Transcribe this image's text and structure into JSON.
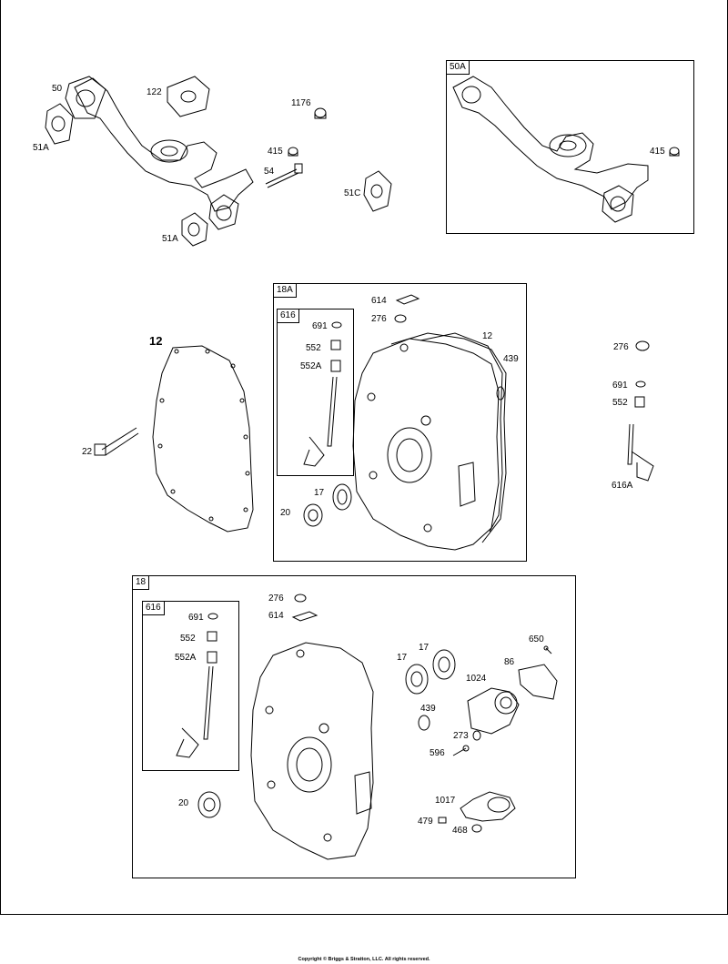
{
  "groups": {
    "g50a": "50A",
    "g18a": "18A",
    "g616a": "616",
    "g18": "18",
    "g616b": "616"
  },
  "labels": {
    "p50": "50",
    "p122": "122",
    "p1176": "1176",
    "p51a_1": "51A",
    "p415": "415",
    "p54": "54",
    "p51c": "51C",
    "p51a_2": "51A",
    "p415b": "415",
    "p614a": "614",
    "p276a": "276",
    "p12a": "12",
    "p439a": "439",
    "p691a": "691",
    "p552a": "552",
    "p552Aa": "552A",
    "p17a": "17",
    "p20a": "20",
    "p12big": "12",
    "p22": "22",
    "p276r": "276",
    "p691r": "691",
    "p552r": "552",
    "p616A": "616A",
    "p276b": "276",
    "p614b": "614",
    "p691b": "691",
    "p552b": "552",
    "p552Ab": "552A",
    "p17b1": "17",
    "p17b2": "17",
    "p439b": "439",
    "p1024": "1024",
    "p86": "86",
    "p650": "650",
    "p273": "273",
    "p596": "596",
    "p20b": "20",
    "p1017": "1017",
    "p479": "479",
    "p468": "468"
  },
  "footer": "Copyright © Briggs & Stratton, LLC. All rights reserved."
}
